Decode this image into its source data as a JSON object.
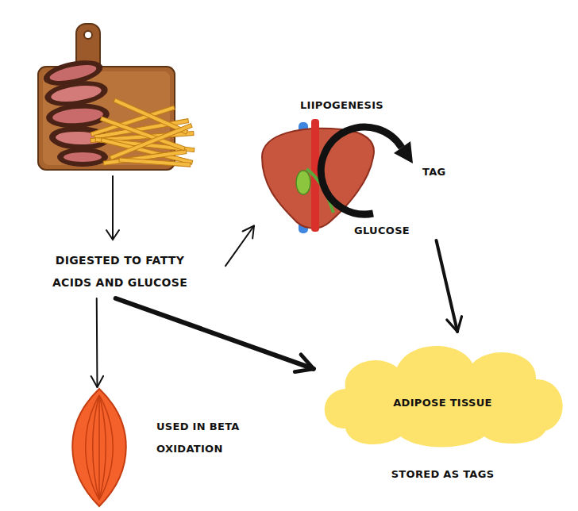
{
  "diagram": {
    "nodes": [
      {
        "text": [
          "DIGESTED TO FATTY ACIDS AND GLUCOSE"
        ]
      },
      {
        "text": [
          "LIIPOGENESIS",
          "TAG",
          "GLUCOSE"
        ]
      },
      {
        "text": [
          "USED IN BETA OXIDATION"
        ]
      },
      {
        "text": [
          "ADIPOSE TISSUE",
          "STORED AS TAGS"
        ]
      }
    ],
    "edges": [
      {
        "from": 0,
        "to": 1,
        "arrow": "to"
      },
      {
        "from": 0,
        "to": 2,
        "arrow": "to"
      },
      {
        "from": 0,
        "to": 3,
        "arrow": "to"
      },
      {
        "from": 1,
        "to": 3,
        "arrow": "to"
      }
    ]
  }
}
